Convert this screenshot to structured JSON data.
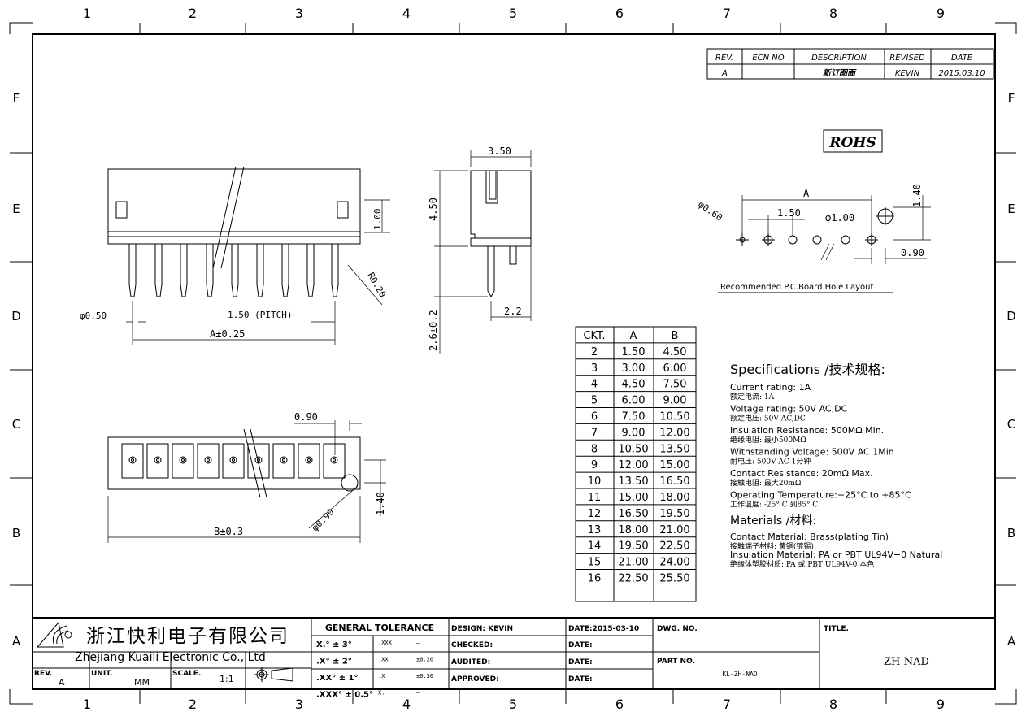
{
  "grid": {
    "columns": [
      "1",
      "2",
      "3",
      "4",
      "5",
      "6",
      "7",
      "8",
      "9"
    ],
    "rows": [
      "F",
      "E",
      "D",
      "C",
      "B",
      "A"
    ]
  },
  "revision_table": {
    "headers": [
      "REV.",
      "ECN NO",
      "DESCRIPTION",
      "REVISED",
      "DATE"
    ],
    "row": [
      "A",
      "",
      "新订图面",
      "KEVIN",
      "2015.03.10"
    ]
  },
  "rohs": "ROHS",
  "front_view": {
    "dim_height": "1.00",
    "pin_dia": "φ0.50",
    "pitch": "1.50 (PITCH)",
    "length": "A±0.25",
    "radius": "R0.20"
  },
  "side_view": {
    "width": "3.50",
    "height": "4.50",
    "pin_len": "2.6±0.2",
    "pin_off": "2.2"
  },
  "bottom_view": {
    "pitch_off": "0.90",
    "length": "B±0.3",
    "hole_dia": "φ0.90",
    "offset": "1.40"
  },
  "pcb_layout": {
    "a": "A",
    "pitch": "1.50",
    "small_hole": "φ0.60",
    "big_hole": "φ1.00",
    "off_v": "1.40",
    "off_h": "0.90",
    "caption": "Recommended P.C.Board Hole Layout"
  },
  "ckt_table": {
    "headers": [
      "CKT.",
      "A",
      "B"
    ],
    "rows": [
      [
        "2",
        "1.50",
        "4.50"
      ],
      [
        "3",
        "3.00",
        "6.00"
      ],
      [
        "4",
        "4.50",
        "7.50"
      ],
      [
        "5",
        "6.00",
        "9.00"
      ],
      [
        "6",
        "7.50",
        "10.50"
      ],
      [
        "7",
        "9.00",
        "12.00"
      ],
      [
        "8",
        "10.50",
        "13.50"
      ],
      [
        "9",
        "12.00",
        "15.00"
      ],
      [
        "10",
        "13.50",
        "16.50"
      ],
      [
        "11",
        "15.00",
        "18.00"
      ],
      [
        "12",
        "16.50",
        "19.50"
      ],
      [
        "13",
        "18.00",
        "21.00"
      ],
      [
        "14",
        "19.50",
        "22.50"
      ],
      [
        "15",
        "21.00",
        "24.00"
      ],
      [
        "16",
        "22.50",
        "25.50"
      ]
    ]
  },
  "specs": {
    "title": "Specifications /技术规格:",
    "lines": [
      [
        "Current rating: 1A",
        "额定电流: 1A"
      ],
      [
        "Voltage rating: 50V AC,DC",
        "额定电压: 50V AC,DC"
      ],
      [
        "Insulation Resistance: 500MΩ Min.",
        "绝缘电阻: 最小500MΩ"
      ],
      [
        "Withstanding Voltage:  500V AC  1Min",
        "耐电压: 500V AC 1分钟"
      ],
      [
        "Contact Resistance:  20mΩ Max.",
        "接触电阻: 最大20mΩ"
      ],
      [
        "Operating Temperature:−25°C to +85°C",
        "工作温度: -25° C 到85° C"
      ]
    ],
    "materials_title": "Materials /材料:",
    "materials": [
      [
        "Contact Material: Brass(plating Tin)",
        "接触端子材料: 黄铜(镀锡)"
      ],
      [
        "Insulation Material: PA or PBT UL94V−0 Natural",
        "绝缘体塑胶材质: PA 或 PBT UL94V-0 本色"
      ]
    ]
  },
  "title_block": {
    "company_cn": "浙江快利电子有限公司",
    "company_en": "Zhejiang Kuaili Electronic Co., Ltd",
    "rev_label": "REV.",
    "rev": "A",
    "unit_label": "UNIT.",
    "unit": "MM",
    "scale_label": "SCALE.",
    "scale": "1:1",
    "tolerance_title": "GENERAL TOLERANCE",
    "tolerances": [
      [
        "X.° ± 3°",
        ".XXX",
        "—"
      ],
      [
        ".X° ± 2°",
        ".XX",
        "±0.20"
      ],
      [
        ".XX° ± 1°",
        ".X",
        "±0.30"
      ],
      [
        ".XXX° ± 0.5°",
        "X.",
        "—"
      ]
    ],
    "design": "DESIGN: KEVIN",
    "checked": "CHECKED:",
    "audited": "AUDITED:",
    "approved": "APPROVED:",
    "date1": "DATE:2015-03-10",
    "date2": "DATE:",
    "date3": "DATE:",
    "date4": "DATE:",
    "dwg_no": "DWG. NO.",
    "part_no_label": "PART NO.",
    "part_no": "KL-ZH-NAD",
    "title_label": "TITLE.",
    "title": "ZH-NAD"
  }
}
